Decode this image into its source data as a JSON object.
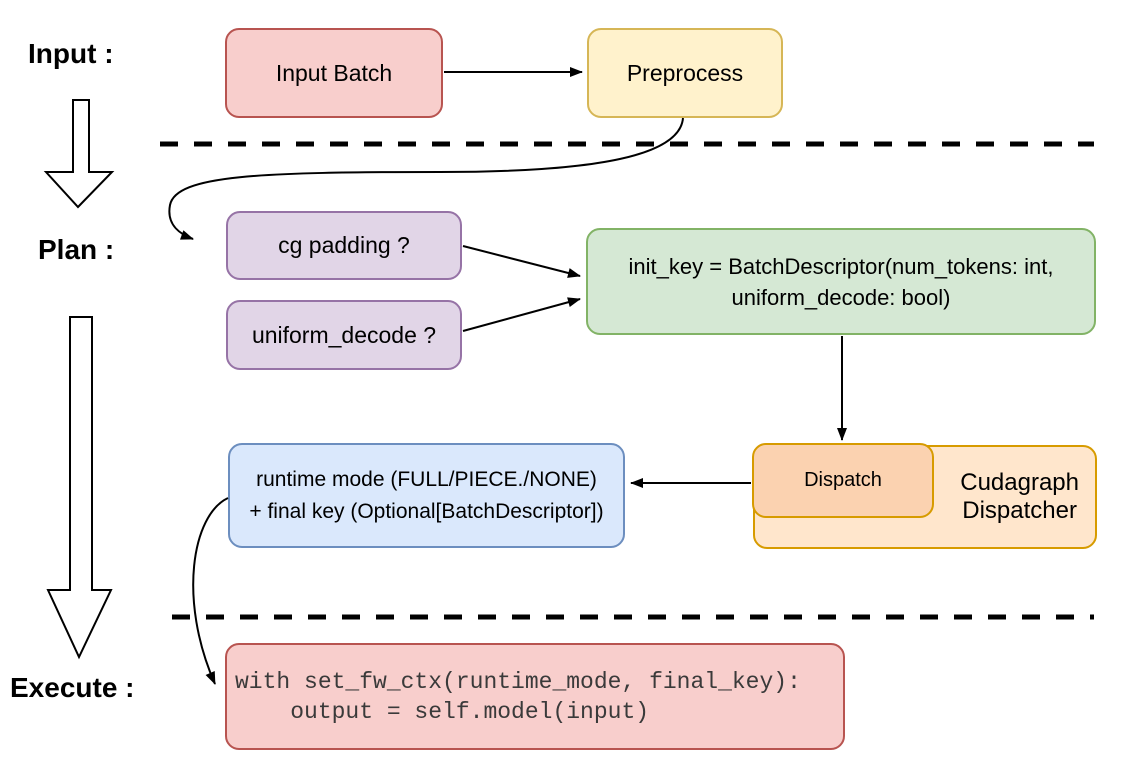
{
  "stages": {
    "input": "Input :",
    "plan": "Plan :",
    "execute": "Execute :"
  },
  "nodes": {
    "input_batch": {
      "label": "Input Batch",
      "fill": "#f8cecc",
      "stroke": "#b85450"
    },
    "preprocess": {
      "label": "Preprocess",
      "fill": "#fff2cc",
      "stroke": "#d6b656"
    },
    "cg_padding": {
      "label": "cg padding ?",
      "fill": "#e1d5e7",
      "stroke": "#9673a6"
    },
    "uniform_decode": {
      "label": "uniform_decode ?",
      "fill": "#e1d5e7",
      "stroke": "#9673a6"
    },
    "init_key": {
      "lines": [
        "init_key = BatchDescriptor(num_tokens: int,",
        "uniform_decode: bool)"
      ],
      "fill": "#d5e8d4",
      "stroke": "#82b366"
    },
    "cudagraph_dispatcher": {
      "lines": [
        "Cudagraph",
        "Dispatcher"
      ],
      "fill": "#ffe6cc",
      "stroke": "#d79b00"
    },
    "dispatch": {
      "label": "Dispatch",
      "fill": "#fbd2b0",
      "stroke": "#d79b00"
    },
    "runtime_mode_key": {
      "lines": [
        "runtime mode (FULL/PIECE./NONE)",
        "+ final key (Optional[BatchDescriptor])"
      ],
      "fill": "#dae8fc",
      "stroke": "#6c8ebf"
    },
    "execute_code": {
      "lines": [
        "with set_fw_ctx(runtime_mode, final_key):",
        "    output = self.model(input)"
      ],
      "fill": "#f8cecc",
      "stroke": "#b85450"
    }
  },
  "connector_color": "#000000"
}
